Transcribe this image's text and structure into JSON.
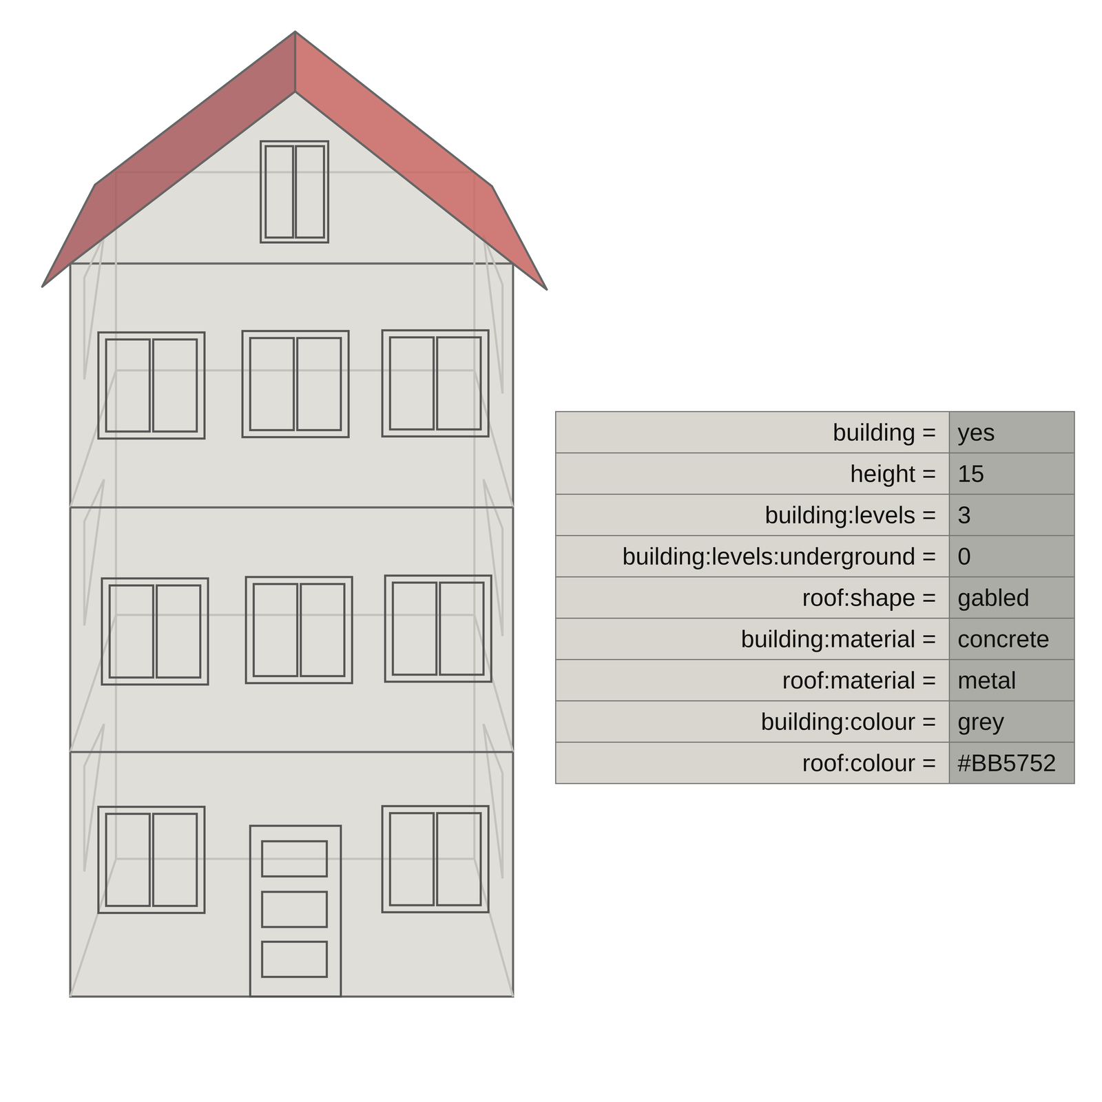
{
  "diagram": {
    "labels": [
      "building =",
      "yes",
      "height =",
      "15",
      "building:levels =",
      "3",
      "building:levels:underground =",
      "0",
      "roof:shape =",
      "gabled",
      "building:material =",
      "concrete",
      "roof:material =",
      "metal",
      "building:colour =",
      "grey",
      "roof:colour =",
      "#BB5752"
    ]
  }
}
